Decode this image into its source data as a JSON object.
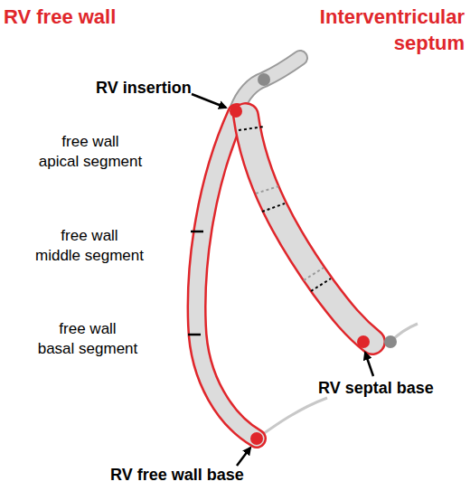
{
  "diagram": {
    "labels": [
      "RV free wall",
      "Interventricular septum",
      "RV insertion",
      "free wall apical segment",
      "free wall middle segment",
      "free wall basal segment",
      "RV septal base",
      "RV free wall base"
    ]
  }
}
